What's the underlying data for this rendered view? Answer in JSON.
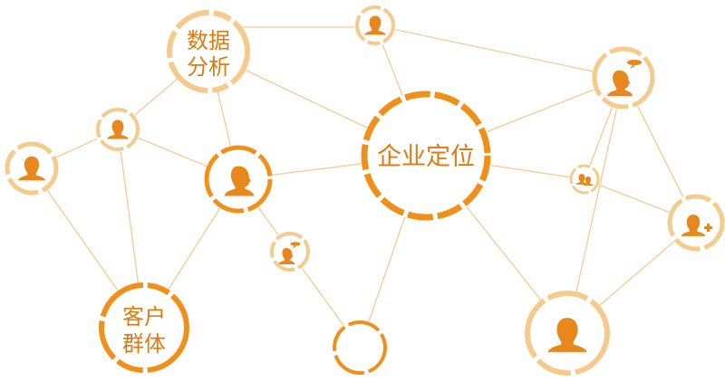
{
  "colors": {
    "ring_bright": "#f0901a",
    "ring_light": "#f6c98c",
    "ring_pale": "#f8dcb4",
    "icon": "#e8871c",
    "line": "#f7c992",
    "text": "#e07a10"
  },
  "labels": {
    "hub": "企业定位",
    "data_analysis": [
      "数据",
      "分析"
    ],
    "customer_group": [
      "客户",
      "群体"
    ]
  },
  "icons": {
    "person_basic": "person-icon",
    "person_speech": "person-speech-icon",
    "person_group": "people-group-icon",
    "person_add": "person-add-icon"
  }
}
